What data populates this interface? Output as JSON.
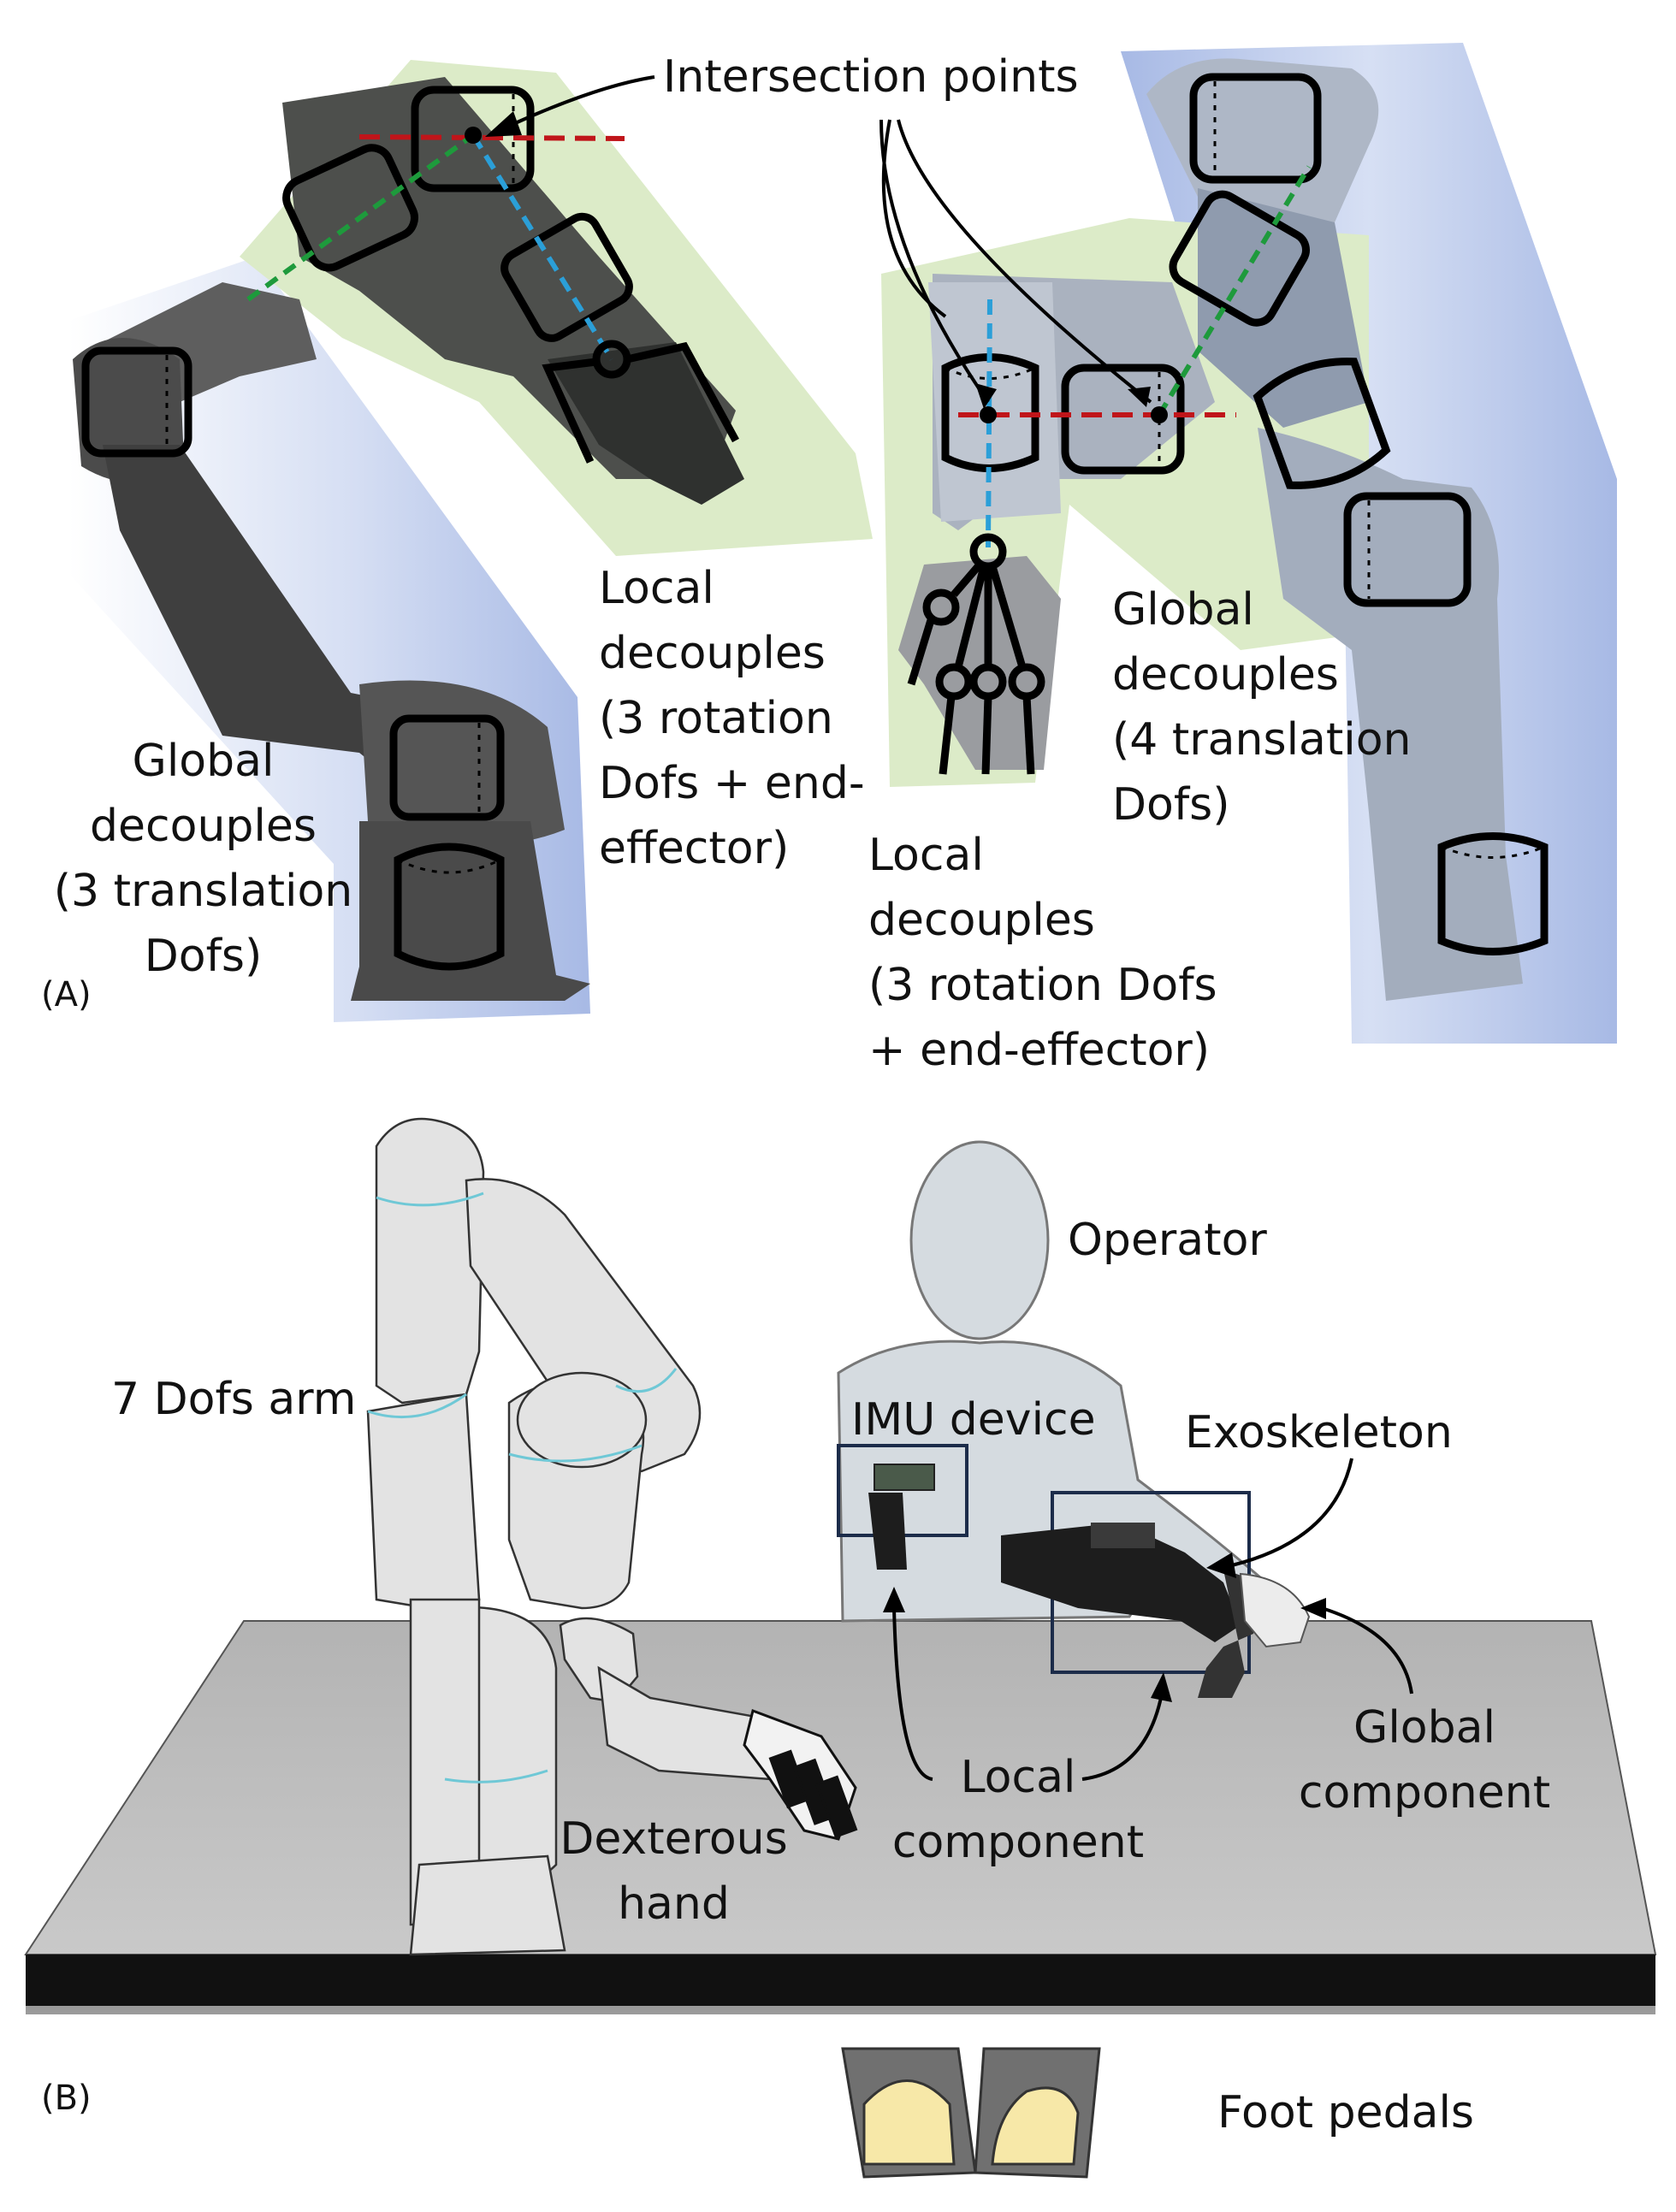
{
  "panel_a": {
    "tag": "(A)",
    "intersection_points": "Intersection points",
    "left_arm": {
      "global_label": "Global\ndecouples\n(3 translation\nDofs)",
      "local_label": "Local\ndecouples\n(3 rotation\nDofs + end-\neffector)"
    },
    "right_arm": {
      "global_label": "Global\ndecouples\n(4 translation\nDofs)",
      "local_label": "Local\ndecouples\n(3 rotation Dofs\n+ end-effector)"
    }
  },
  "panel_b": {
    "tag": "(B)",
    "arm_label": "7 Dofs arm",
    "operator_label": "Operator",
    "imu_label": "IMU device",
    "exo_label": "Exoskeleton",
    "hand_label": "Dexterous\nhand",
    "local_component": "Local\ncomponent",
    "global_component": "Global\ncomponent",
    "pedals_label": "Foot pedals"
  },
  "colors": {
    "global_region": "#9db1e0",
    "local_region": "#dcebc8",
    "red_axis": "#c0151a",
    "green_axis": "#1e9a3c",
    "blue_axis": "#2b9fd8",
    "box_outline": "#1c2c4a",
    "pedal_fill": "#f7e8a8"
  }
}
